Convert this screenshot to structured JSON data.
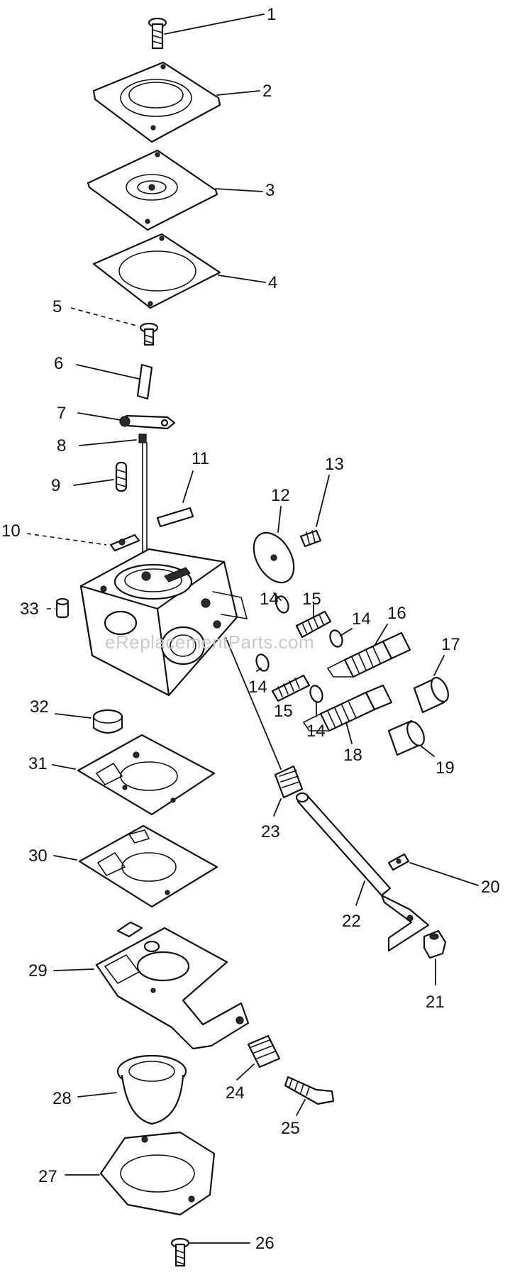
{
  "watermark": "eReplacementParts.com",
  "callouts": {
    "c1": "1",
    "c2": "2",
    "c3": "3",
    "c4": "4",
    "c5": "5",
    "c6": "6",
    "c7": "7",
    "c8": "8",
    "c9": "9",
    "c10": "10",
    "c11": "11",
    "c12": "12",
    "c13": "13",
    "c14a": "14",
    "c14b": "14",
    "c14c": "14",
    "c14d": "14",
    "c15a": "15",
    "c15b": "15",
    "c16": "16",
    "c17": "17",
    "c18": "18",
    "c19": "19",
    "c20": "20",
    "c21": "21",
    "c22": "22",
    "c23": "23",
    "c24": "24",
    "c25": "25",
    "c26": "26",
    "c27": "27",
    "c28": "28",
    "c29": "29",
    "c30": "30",
    "c31": "31",
    "c32": "32",
    "c33": "33"
  }
}
